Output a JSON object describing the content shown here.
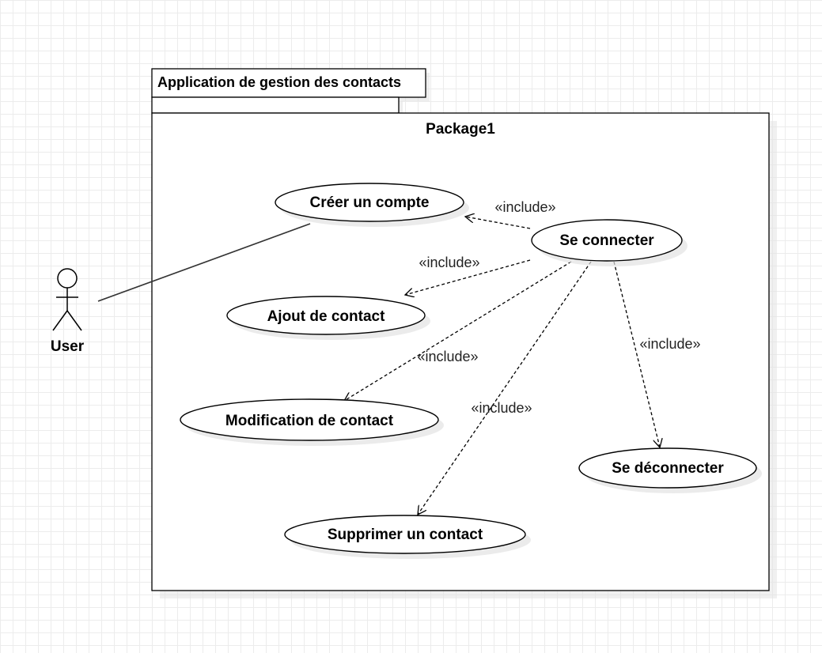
{
  "diagram": {
    "outer_package": {
      "name": "Application de gestion des contacts"
    },
    "inner_package": {
      "name": "Package1"
    },
    "actor": {
      "name": "User"
    },
    "use_cases": [
      {
        "id": "creer",
        "label": "Créer un compte"
      },
      {
        "id": "connecter",
        "label": "Se connecter"
      },
      {
        "id": "ajout",
        "label": "Ajout de contact"
      },
      {
        "id": "modification",
        "label": "Modification de contact"
      },
      {
        "id": "deconnecter",
        "label": "Se déconnecter"
      },
      {
        "id": "supprimer",
        "label": "Supprimer un contact"
      }
    ],
    "relations": [
      {
        "from": "connecter",
        "to": "creer",
        "stereotype": "«include»"
      },
      {
        "from": "connecter",
        "to": "ajout",
        "stereotype": "«include»"
      },
      {
        "from": "connecter",
        "to": "modification",
        "stereotype": "«include»"
      },
      {
        "from": "connecter",
        "to": "supprimer",
        "stereotype": "«include»"
      },
      {
        "from": "connecter",
        "to": "deconnecter",
        "stereotype": "«include»"
      }
    ]
  }
}
